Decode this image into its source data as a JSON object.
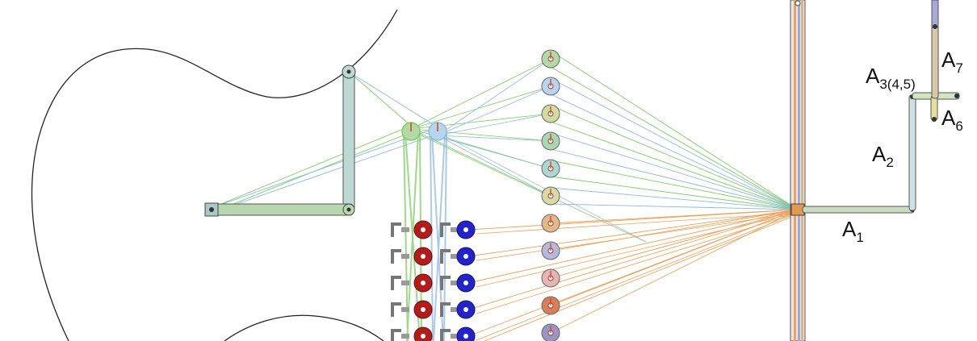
{
  "labels": {
    "a1": {
      "main": "A",
      "sub": "1"
    },
    "a2": {
      "main": "A",
      "sub": "2"
    },
    "a345": {
      "main": "A",
      "sub": "3(4,5)"
    },
    "a6": {
      "main": "A",
      "sub": "6"
    },
    "a7": {
      "main": "A",
      "sub": "7"
    }
  },
  "colors": {
    "outline": "#222222",
    "link_blue_green": "#bcd9d3",
    "link_green": "#b9d7ae",
    "lines_green": "#7ccc62",
    "lines_blue": "#8fb8e3",
    "lines_orange": "#eba25d",
    "red_roller": "#b41c1c",
    "blue_roller": "#2323cc",
    "tan_link": "#d9c8a6",
    "yellow_link": "#e4e19a",
    "purple_link": "#aaa8d8"
  },
  "pulley_column": {
    "fills": [
      "#b5d9a6",
      "#b6d5ef",
      "#cfdca2",
      "#a9d7b2",
      "#a9d8d2",
      "#d7dca4",
      "#e2b889",
      "#b8b8dc",
      "#e7b4b4",
      "#d97f58",
      "#9b94c7"
    ]
  }
}
